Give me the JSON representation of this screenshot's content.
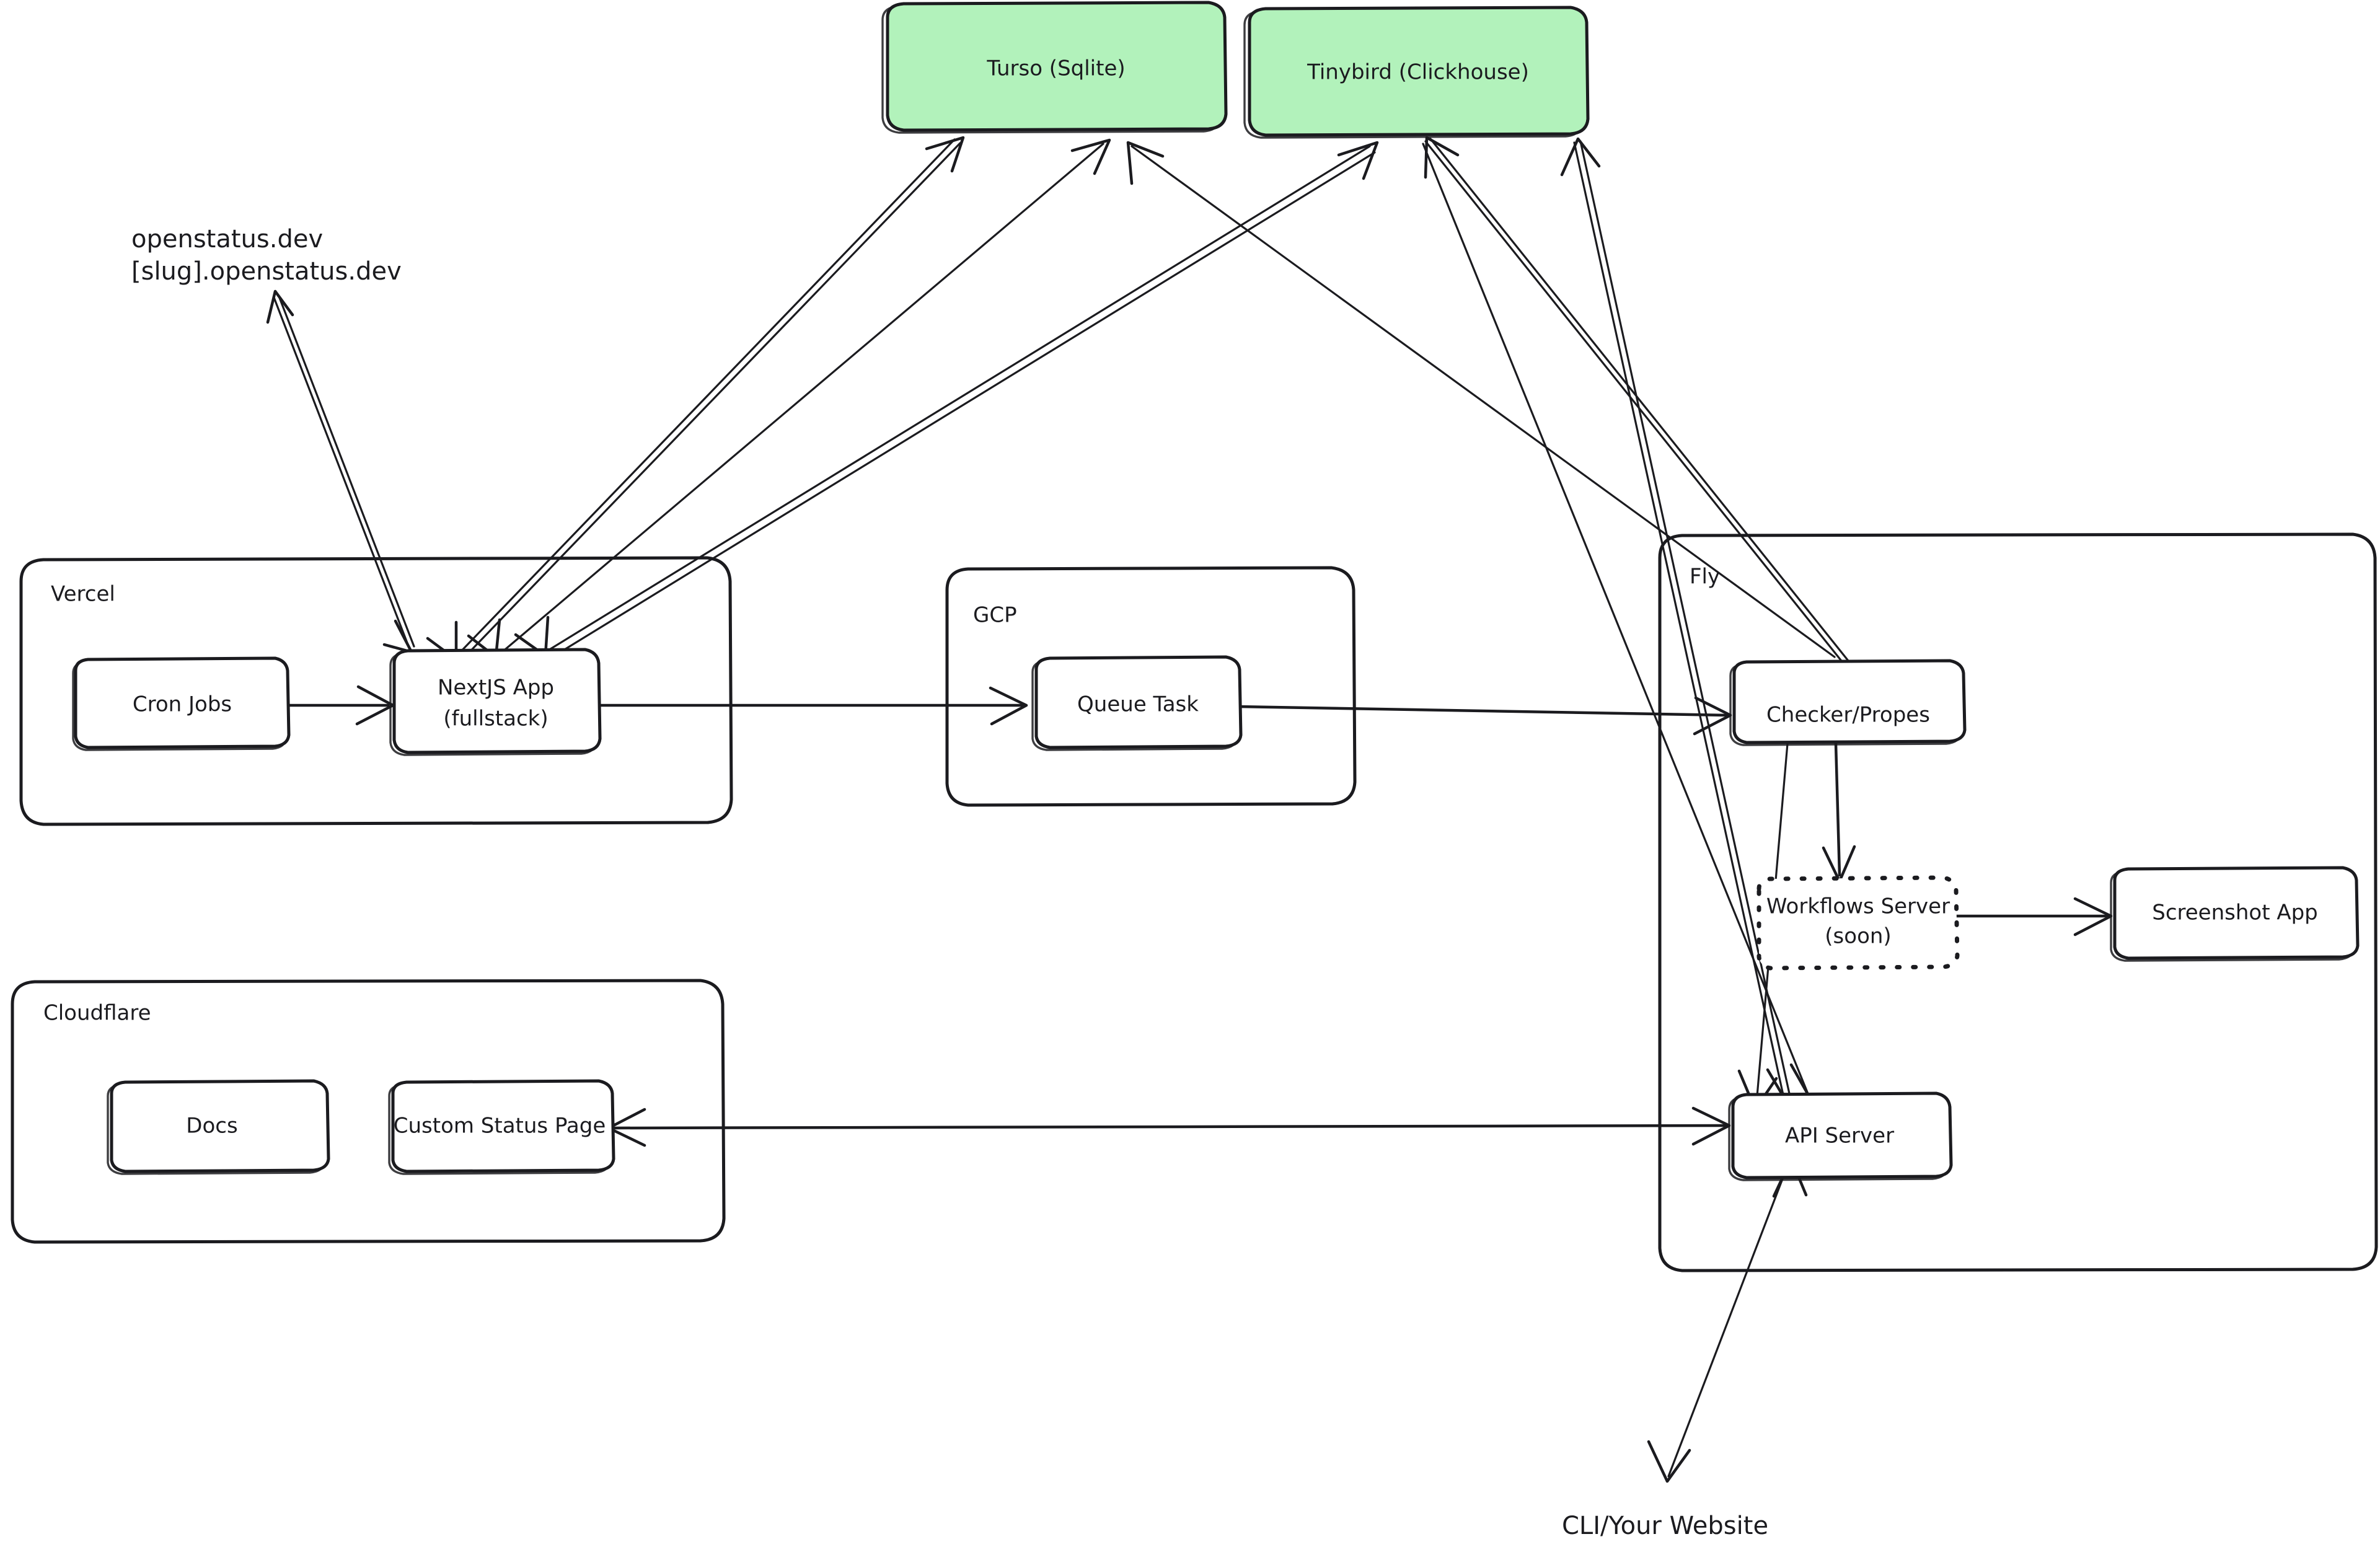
{
  "diagram": {
    "title": "openstatus architecture",
    "background": "#ffffff",
    "ink": "#1b1b1f",
    "accent_green": "#b2f2bb"
  },
  "free_labels": [
    {
      "id": "domains-line1",
      "text": "openstatus.dev"
    },
    {
      "id": "domains-line2",
      "text": "[slug].openstatus.dev"
    },
    {
      "id": "cli-website",
      "text": "CLI/Your Website"
    }
  ],
  "databases": [
    {
      "id": "turso",
      "label": "Turso (Sqlite)",
      "fill": "#b2f2bb"
    },
    {
      "id": "tinybird",
      "label": "Tinybird (Clickhouse)",
      "fill": "#b2f2bb"
    }
  ],
  "groups": [
    {
      "id": "vercel",
      "label": "Vercel",
      "nodes": [
        {
          "id": "cron-jobs",
          "label": "Cron Jobs",
          "style": "solid"
        },
        {
          "id": "nextjs-app",
          "label": "NextJS App",
          "label2": "(fullstack)",
          "style": "solid"
        }
      ]
    },
    {
      "id": "gcp",
      "label": "GCP",
      "nodes": [
        {
          "id": "queue-task",
          "label": "Queue Task",
          "style": "solid"
        }
      ]
    },
    {
      "id": "fly",
      "label": "Fly",
      "nodes": [
        {
          "id": "checker-propes",
          "label": "Checker/Propes",
          "style": "solid"
        },
        {
          "id": "workflows-server",
          "label": "Workflows Server",
          "label2": "(soon)",
          "style": "dotted"
        },
        {
          "id": "screenshot-app",
          "label": "Screenshot App",
          "style": "solid"
        },
        {
          "id": "api-server",
          "label": "API Server",
          "style": "solid"
        }
      ]
    },
    {
      "id": "cloudflare",
      "label": "Cloudflare",
      "nodes": [
        {
          "id": "docs",
          "label": "Docs",
          "style": "solid"
        },
        {
          "id": "custom-status-page",
          "label": "Custom Status Page",
          "style": "solid"
        }
      ]
    }
  ],
  "edges": [
    {
      "from": "cron-jobs",
      "to": "nextjs-app",
      "direction": "forward"
    },
    {
      "from": "nextjs-app",
      "to": "queue-task",
      "direction": "forward"
    },
    {
      "from": "queue-task",
      "to": "checker-propes",
      "direction": "forward"
    },
    {
      "from": "nextjs-app",
      "to": "turso",
      "direction": "both"
    },
    {
      "from": "nextjs-app",
      "to": "tinybird",
      "direction": "both"
    },
    {
      "from": "nextjs-app",
      "to": "domains",
      "direction": "both"
    },
    {
      "from": "checker-propes",
      "to": "turso",
      "direction": "forward"
    },
    {
      "from": "checker-propes",
      "to": "tinybird",
      "direction": "forward"
    },
    {
      "from": "checker-propes",
      "to": "workflows-server",
      "direction": "forward"
    },
    {
      "from": "checker-propes",
      "to": "api-server",
      "direction": "forward"
    },
    {
      "from": "workflows-server",
      "to": "screenshot-app",
      "direction": "forward"
    },
    {
      "from": "api-server",
      "to": "tinybird",
      "direction": "both"
    },
    {
      "from": "api-server",
      "to": "turso",
      "direction": "forward"
    },
    {
      "from": "api-server",
      "to": "custom-status-page",
      "direction": "both"
    },
    {
      "from": "api-server",
      "to": "cli-website",
      "direction": "both"
    }
  ]
}
